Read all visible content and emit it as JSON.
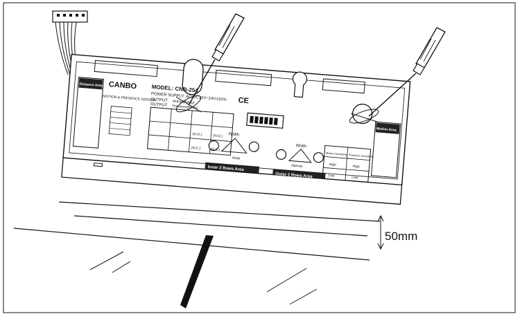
{
  "brand": "CANBO",
  "model": "MODEL: CNB-254",
  "power_supply": "POWER SUPPLY: AC/DC12V~24V±10%",
  "output1": "OUTPUT",
  "output1_detail": "Motion(Relay)",
  "output2": "OUTPUT",
  "output2_detail": "Presence(Relay)",
  "sensor_type": "MOTION & PRESENCE SENSOR",
  "distance_area": "Distance Area",
  "motion_area": "Motion Area",
  "width_label": "Width",
  "narrow_label": "Narrow",
  "wide_label": "Wide",
  "inner_label": "Inner 2 Rows Area",
  "outer_label": "Outer 2 Rows Area",
  "motion_sens": "Motion Sensitivity",
  "presence_sens": "Presence Sensitivity",
  "high": "High",
  "low": "Low",
  "no_label": "(N.O.)",
  "nc_label": "(N.C.)",
  "ce_mark": "CE",
  "dimension": "50mm",
  "colors": {
    "line": "#111111",
    "panel": "#ffffff",
    "label_box": "#222222"
  }
}
